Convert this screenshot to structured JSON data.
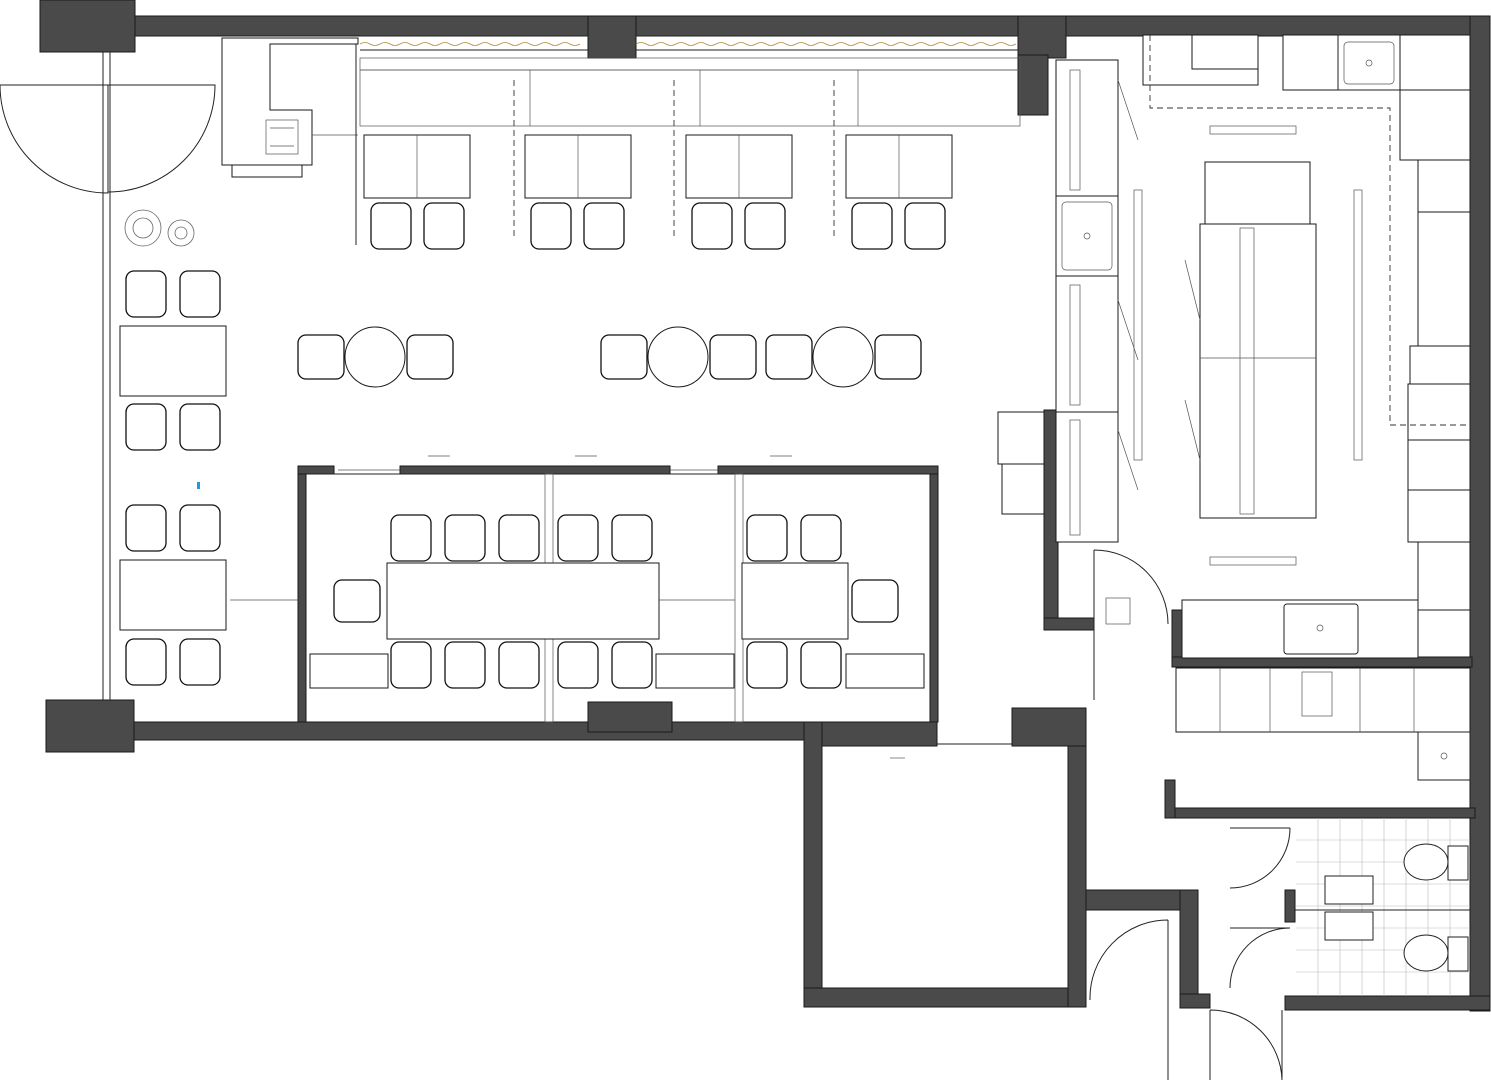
{
  "drawing": {
    "kind": "architectural floor plan",
    "colors": {
      "wall_fill": "#4a4a4a",
      "line": "#1a1a1a",
      "background": "#ffffff",
      "accent_marker": "#1a9de0",
      "curtain_line": "#b08a3a"
    },
    "zones": [
      "dining-area",
      "meeting-rooms",
      "kitchen",
      "storage-room",
      "restrooms",
      "entrance"
    ]
  }
}
